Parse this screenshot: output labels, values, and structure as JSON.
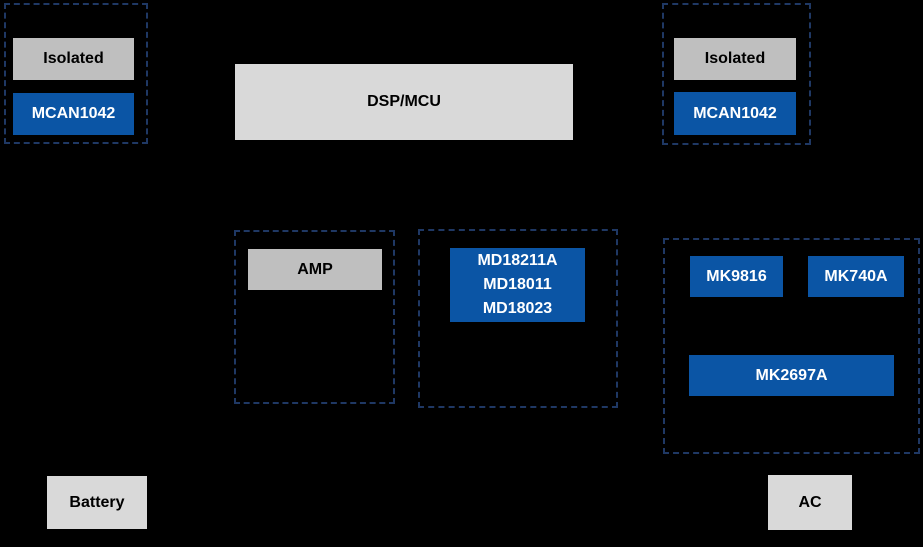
{
  "colors": {
    "background": "#000000",
    "dashed_border": "#1F3864",
    "blue_fill": "#0B55A5",
    "gray_medium": "#BFBFBF",
    "gray_light": "#D9D9D9",
    "text_on_gray": "#000000",
    "text_on_blue": "#FFFFFF"
  },
  "diagram": {
    "left_isolated_group": {
      "label": "Isolated",
      "part": "MCAN1042"
    },
    "dsp_mcu": {
      "label": "DSP/MCU"
    },
    "right_isolated_group": {
      "label": "Isolated",
      "part": "MCAN1042"
    },
    "amp_group": {
      "label": "AMP"
    },
    "driver_group": {
      "lines": [
        "MD18211A",
        "MD18011",
        "MD18023"
      ]
    },
    "power_group": {
      "parts": [
        "MK9816",
        "MK740A",
        "MK2697A"
      ]
    },
    "battery": {
      "label": "Battery"
    },
    "ac": {
      "label": "AC"
    }
  }
}
